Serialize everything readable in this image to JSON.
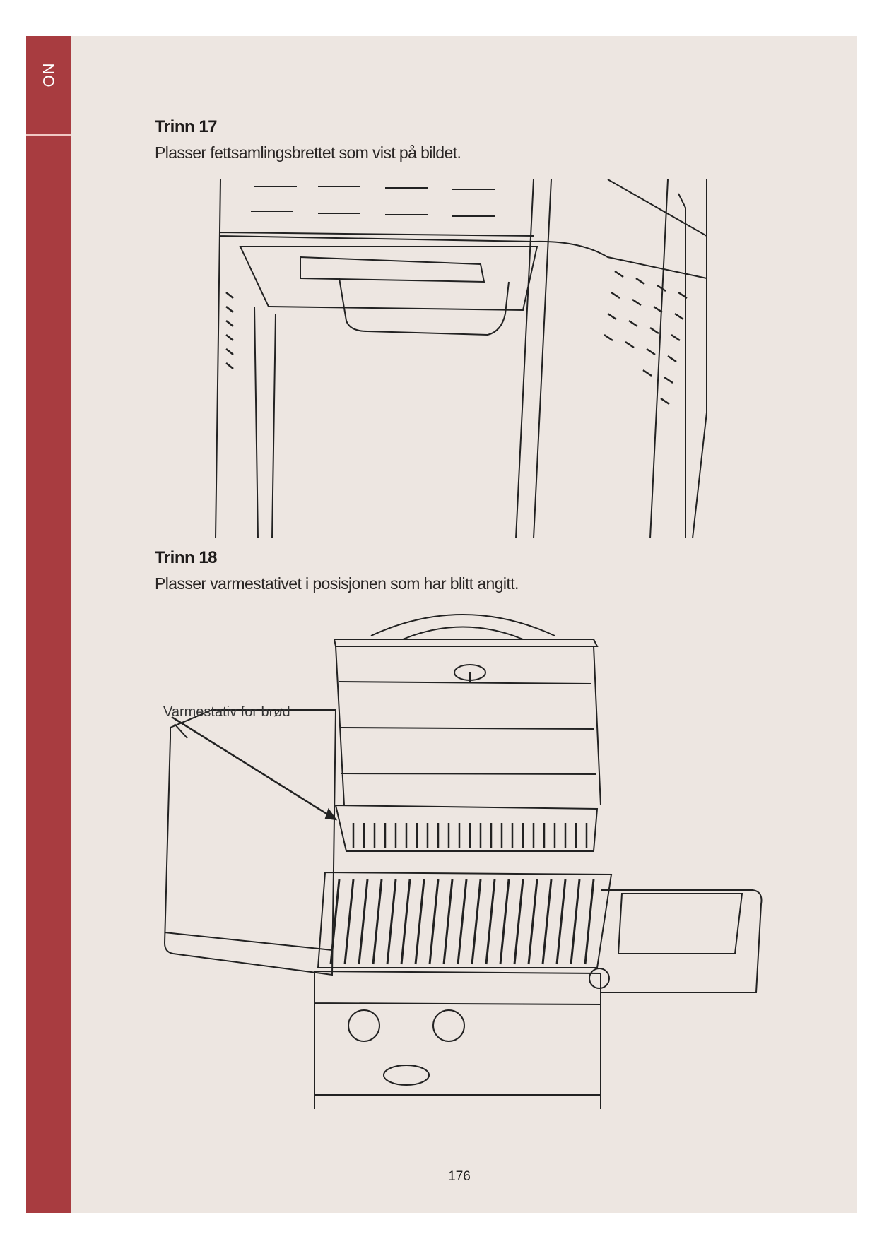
{
  "sidebar": {
    "language": "NO"
  },
  "steps": [
    {
      "title": "Trinn 17",
      "text": "Plasser fettsamlingsbrettet som vist på bildet."
    },
    {
      "title": "Trinn 18",
      "text": "Plasser varmestativet i posisjonen som har blitt angitt.",
      "callout": "Varmestativ for brød"
    }
  ],
  "footer": {
    "page_number": "176"
  }
}
